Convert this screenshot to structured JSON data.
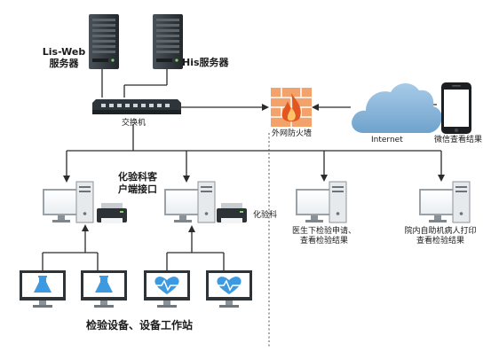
{
  "servers": {
    "lis_line1": "Lis-Web",
    "lis_line2": "服务器",
    "his": "His服务器"
  },
  "switch_label": "交换机",
  "firewall_label": "外网防火墙",
  "internet_label": "Internet",
  "wechat_label": "微信查看结果",
  "lab_client": {
    "line1": "化验科客",
    "line2": "户端接口"
  },
  "lab_dept_label": "化验科",
  "doctor": {
    "line1": "医生下检验申请、",
    "line2": "查看检验结果"
  },
  "kiosk": {
    "line1": "院内自助机病人打印",
    "line2": "查看检验结果"
  },
  "devices_label": "检验设备、设备工作站",
  "colors": {
    "line": "#2b2b2b",
    "server": "#333a3f",
    "cloud": "#8fb8d9",
    "firewall": "#f07a3c",
    "monitor_screen": "#3d9ae0",
    "dashed": "#555555"
  },
  "icons": [
    "server-icon",
    "switch-icon",
    "firewall-icon",
    "cloud-icon",
    "phone-icon",
    "pc-icon",
    "printer-icon",
    "flask-monitor-icon",
    "heart-monitor-icon"
  ]
}
